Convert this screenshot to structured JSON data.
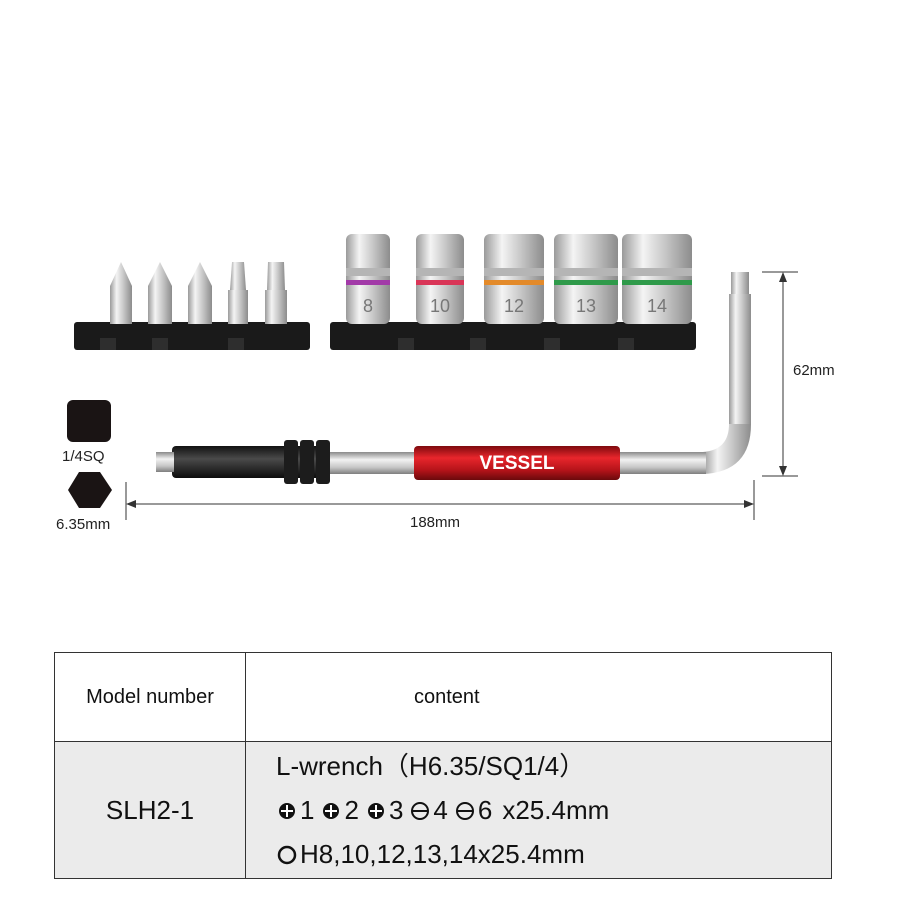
{
  "product": {
    "brand_label": "VESSEL",
    "bit_markings": [
      "+1",
      "+2",
      "+3",
      "-4",
      "-6"
    ],
    "socket_sizes": [
      "8",
      "10",
      "12",
      "13",
      "14"
    ],
    "socket_ring_colors": [
      "#a23aa8",
      "#d93557",
      "#e38a2a",
      "#2f9a4a",
      "#2f9a4a"
    ]
  },
  "dimensions": {
    "height_label": "62mm",
    "length_label": "188mm"
  },
  "drive_legend": {
    "square_label": "1/4SQ",
    "hex_label": "6.35mm"
  },
  "spec_table": {
    "header_model": "Model number",
    "header_content": "content",
    "model_value": "SLH2-1",
    "line1": "L-wrench（H6.35/SQ1/4）",
    "bits": [
      "1",
      "2",
      "3",
      "4",
      "6"
    ],
    "bits_suffix": "x25.4mm",
    "sockets_text": "H8,10,12,13,14x25.4mm"
  },
  "colors": {
    "grip_red": "#c8141b",
    "tray_black": "#1a1a1a"
  }
}
